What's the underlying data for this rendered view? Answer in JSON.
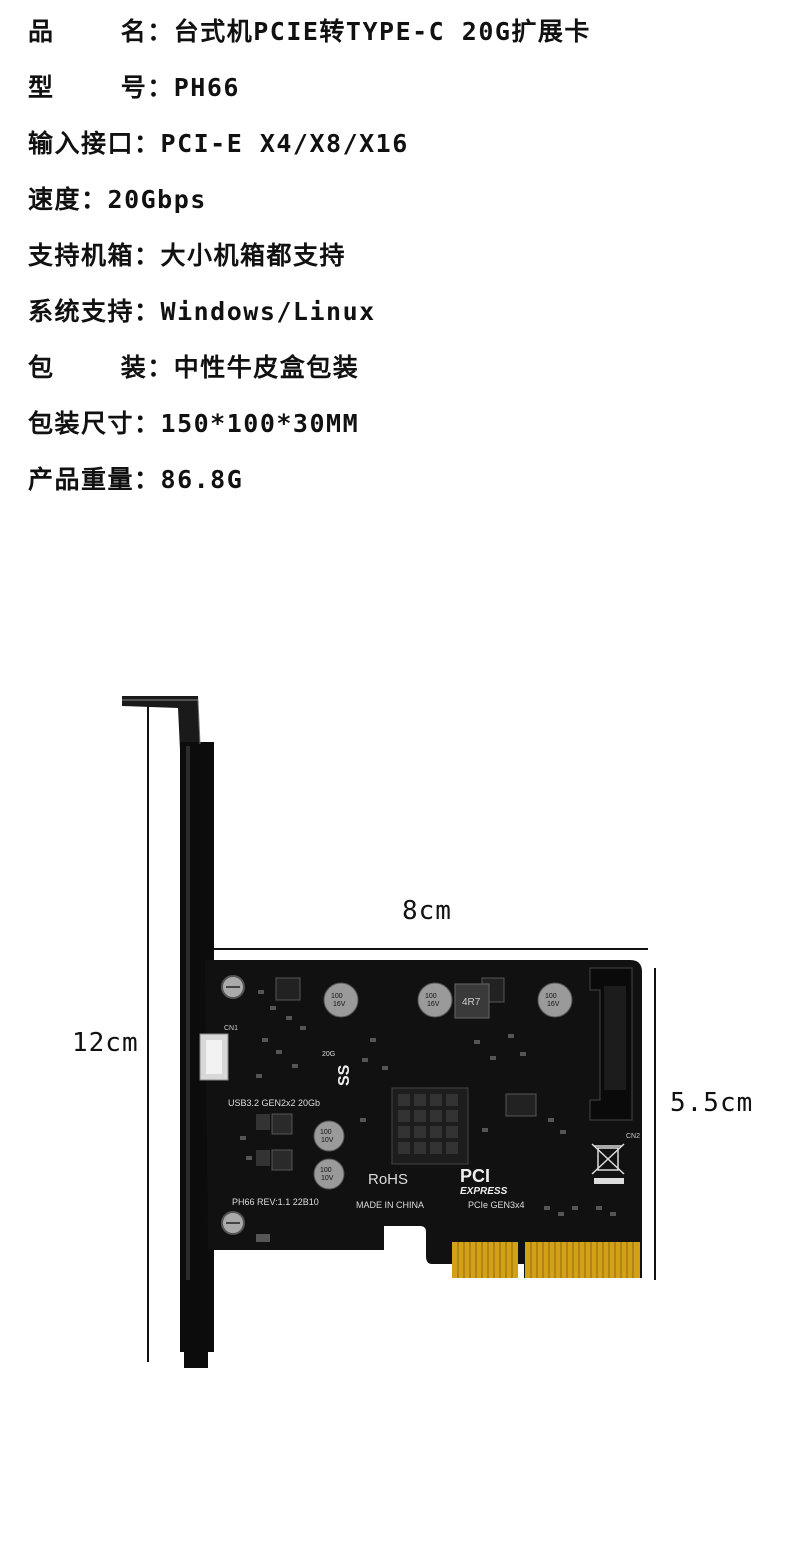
{
  "specs": [
    {
      "label": "品    名：",
      "value": "台式机PCIE转TYPE-C 20G扩展卡"
    },
    {
      "label": "型    号：",
      "value": "PH66"
    },
    {
      "label": "输入接口：",
      "value": "PCI-E X4/X8/X16"
    },
    {
      "label": "速度：",
      "value": "20Gbps"
    },
    {
      "label": "支持机箱：",
      "value": "大小机箱都支持"
    },
    {
      "label": "系统支持：",
      "value": "Windows/Linux"
    },
    {
      "label": "包    装：",
      "value": "中性牛皮盒包装"
    },
    {
      "label": "包装尺寸：",
      "value": "150*100*30MM"
    },
    {
      "label": "产品重量：",
      "value": "86.8G"
    }
  ],
  "dimensions": {
    "width": "8cm",
    "height_bracket": "12cm",
    "height_card": "5.5cm"
  },
  "board": {
    "silkscreen_usb": "USB3.2  GEN2x2  20Gb",
    "silkscreen_model": "PH66  REV:1.1  22B10",
    "rohs": "RoHS",
    "made_in": "MADE IN CHINA",
    "pci_logo": "PCI",
    "express_logo": "EXPRESS",
    "pcie_gen": "PCIe GEN3x4",
    "inductor_mark": "4R7",
    "ss_logo": "SS",
    "ss_sub": "20G",
    "cap_value_1": "100",
    "cap_value_2": "16V",
    "cap_value_3": "10V",
    "label_cn1": "CN1",
    "label_cn2": "CN2"
  },
  "colors": {
    "board": "#111111",
    "gold_fingers": "#d4a017",
    "bracket": "#0c0c0c",
    "dimension_line": "#111111"
  }
}
